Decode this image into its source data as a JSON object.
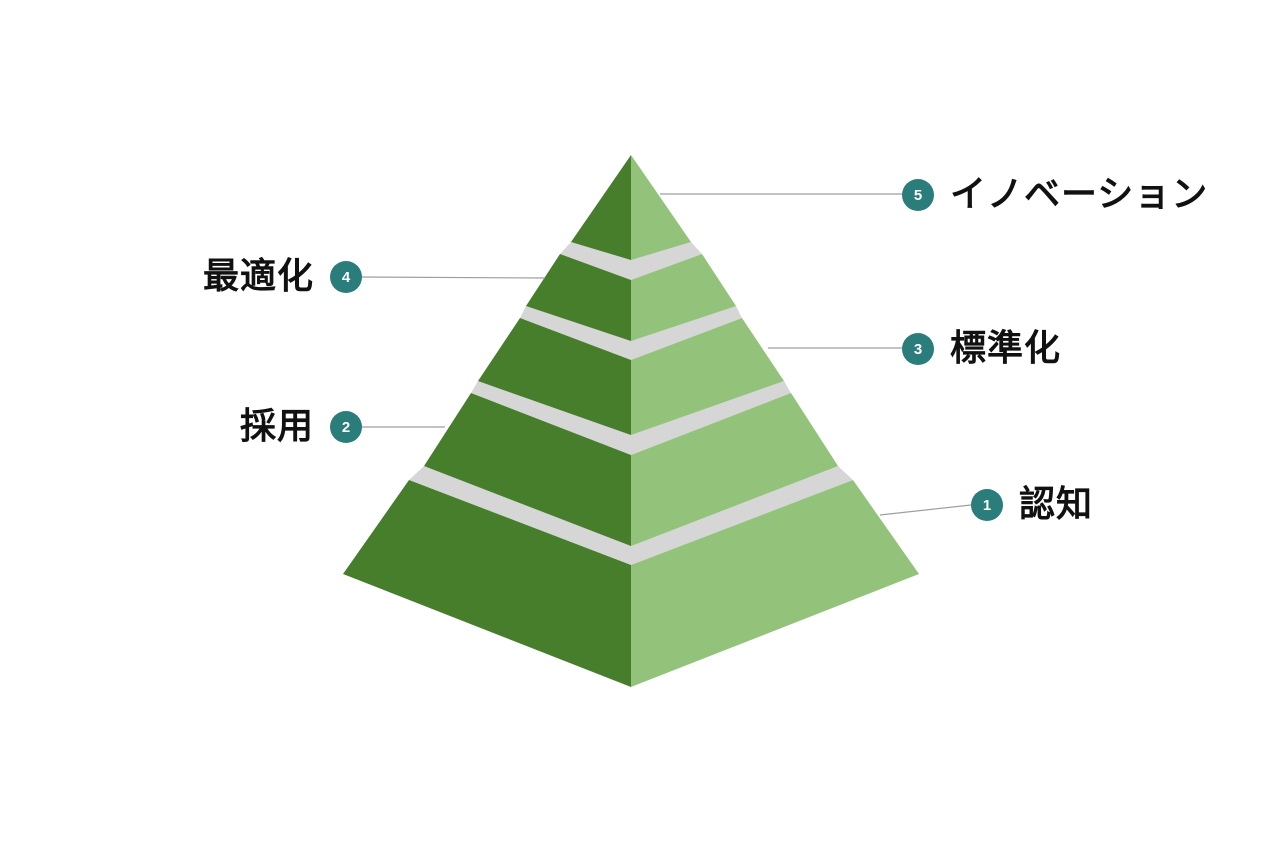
{
  "colors": {
    "face_left": "#467e2c",
    "face_right": "#93c37b",
    "separator": "#d6d6d6",
    "leader_line": "#9aa0a0",
    "badge": "#2a7d7a"
  },
  "levels": [
    {
      "number": "1",
      "label": "認知",
      "side": "right",
      "badge_icon": "number-badge-icon"
    },
    {
      "number": "2",
      "label": "採用",
      "side": "left",
      "badge_icon": "number-badge-icon"
    },
    {
      "number": "3",
      "label": "標準化",
      "side": "right",
      "badge_icon": "number-badge-icon"
    },
    {
      "number": "4",
      "label": "最適化",
      "side": "left",
      "badge_icon": "number-badge-icon"
    },
    {
      "number": "5",
      "label": "イノベーション",
      "side": "right",
      "badge_icon": "number-badge-icon"
    }
  ]
}
